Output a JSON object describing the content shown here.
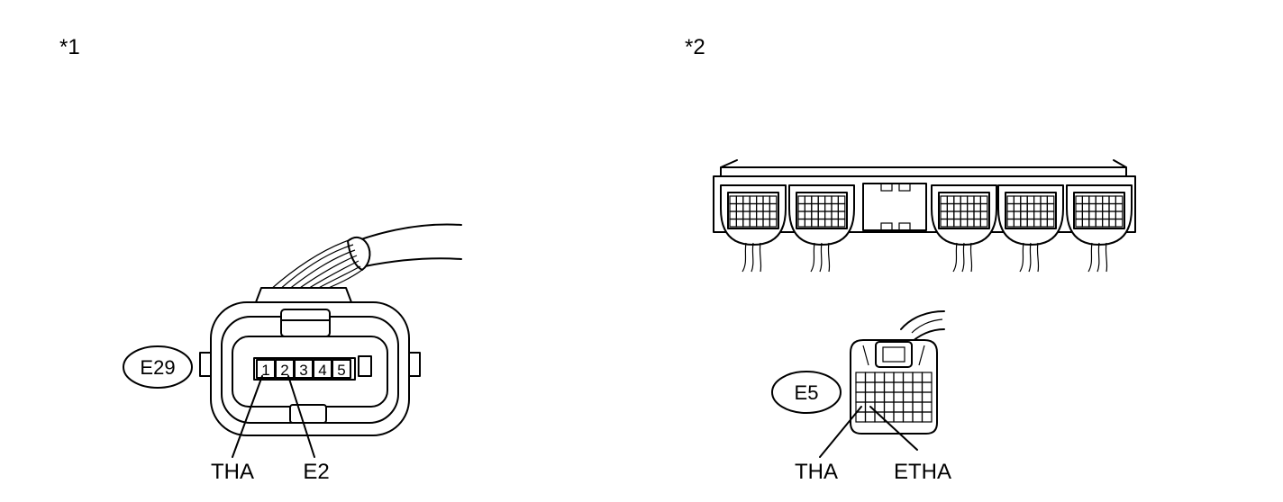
{
  "panels": [
    {
      "marker": "*1",
      "connector_id": "E29",
      "pins": [
        "1",
        "2",
        "3",
        "4",
        "5"
      ],
      "labels": [
        "THA",
        "E2"
      ]
    },
    {
      "marker": "*2",
      "connector_id": "E5",
      "labels": [
        "THA",
        "ETHA"
      ]
    }
  ]
}
